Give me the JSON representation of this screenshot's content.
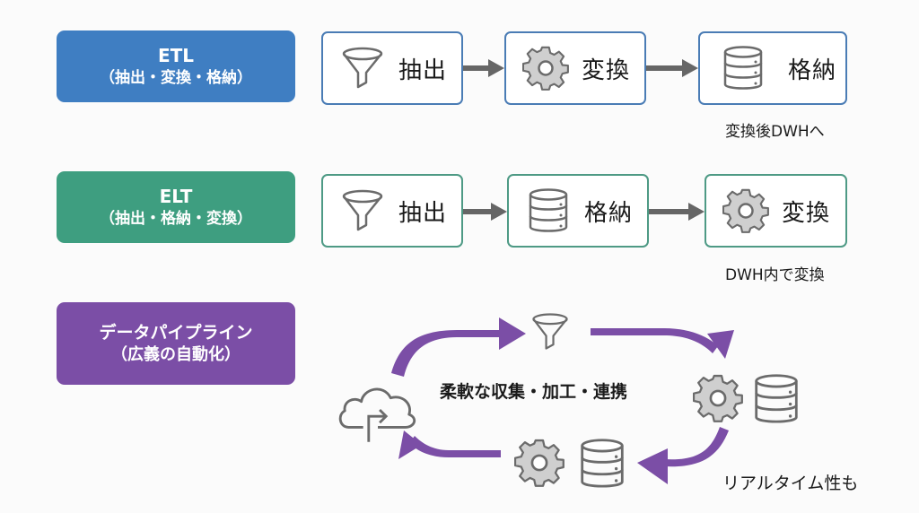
{
  "etl": {
    "title": "ETL",
    "subtitle": "（抽出・変換・格納）",
    "color": "#3f7ec2",
    "steps": [
      {
        "label": "抽出",
        "icon": "funnel-icon"
      },
      {
        "label": "変換",
        "icon": "gear-icon"
      },
      {
        "label": "格納",
        "icon": "database-icon"
      }
    ],
    "note": "変換後DWHへ"
  },
  "elt": {
    "title": "ELT",
    "subtitle": "（抽出・格納・変換）",
    "color": "#3e9e80",
    "steps": [
      {
        "label": "抽出",
        "icon": "funnel-icon"
      },
      {
        "label": "格納",
        "icon": "database-icon"
      },
      {
        "label": "変換",
        "icon": "gear-icon"
      }
    ],
    "note": "DWH内で変換"
  },
  "pipeline": {
    "title": "データパイプライン",
    "subtitle": "（広義の自動化）",
    "color": "#7b4ea6",
    "cycle_text": "柔軟な収集・加工・連携",
    "note": "リアルタイム性も",
    "icons": [
      "cloud-upload-icon",
      "funnel-icon",
      "gear-icon",
      "database-icon",
      "gear-icon",
      "database-icon"
    ]
  }
}
